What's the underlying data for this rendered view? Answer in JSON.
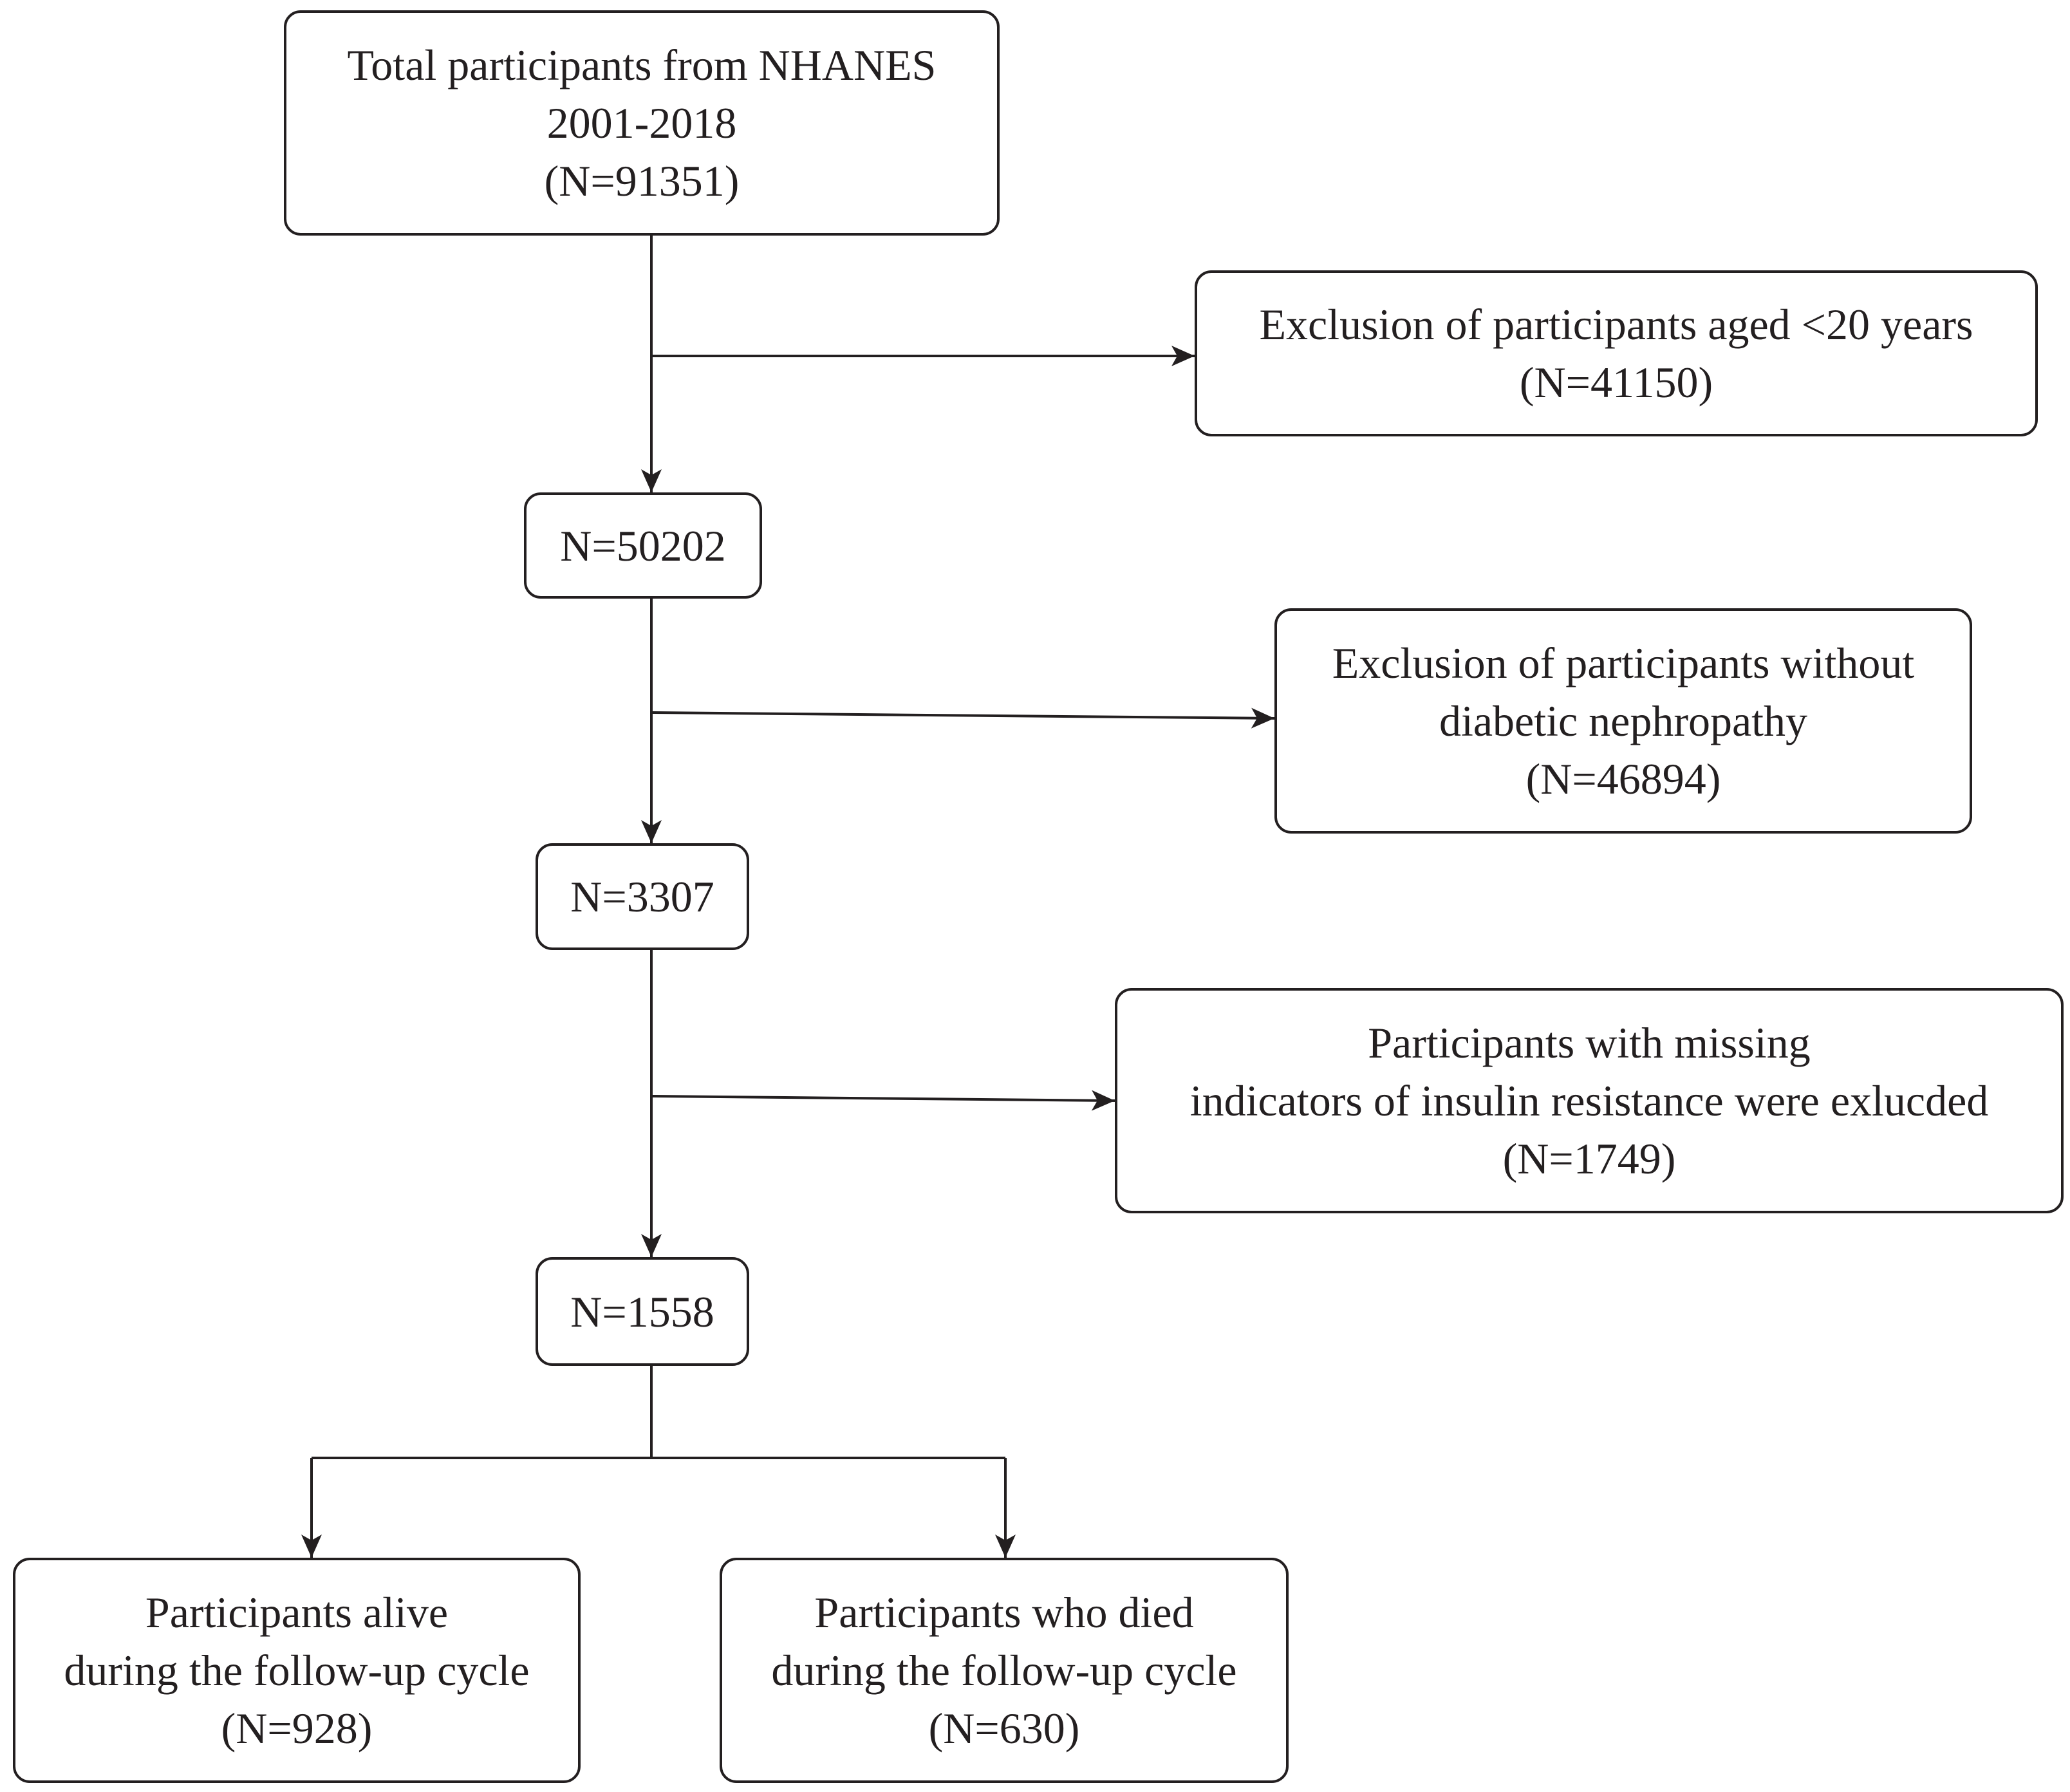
{
  "colors": {
    "line": "#231f20",
    "background": "#ffffff"
  },
  "boxes": {
    "total": {
      "lines": [
        "Total participants from NHANES",
        "2001-2018",
        "(N=91351)"
      ]
    },
    "exclusion_age": {
      "lines": [
        "Exclusion of participants aged <20 years",
        "(N=41150)"
      ]
    },
    "n_50202": {
      "lines": [
        "N=50202"
      ]
    },
    "exclusion_dn": {
      "lines": [
        "Exclusion of participants without",
        "diabetic nephropathy",
        "(N=46894)"
      ]
    },
    "n_3307": {
      "lines": [
        "N=3307"
      ]
    },
    "exclusion_ir": {
      "lines": [
        "Participants with missing",
        "indicators of insulin resistance were exlucded",
        "(N=1749)"
      ]
    },
    "n_1558": {
      "lines": [
        "N=1558"
      ]
    },
    "alive": {
      "lines": [
        "Participants alive",
        "during the follow-up cycle",
        "(N=928)"
      ]
    },
    "died": {
      "lines": [
        "Participants who died",
        "during the follow-up cycle",
        "(N=630)"
      ]
    }
  }
}
